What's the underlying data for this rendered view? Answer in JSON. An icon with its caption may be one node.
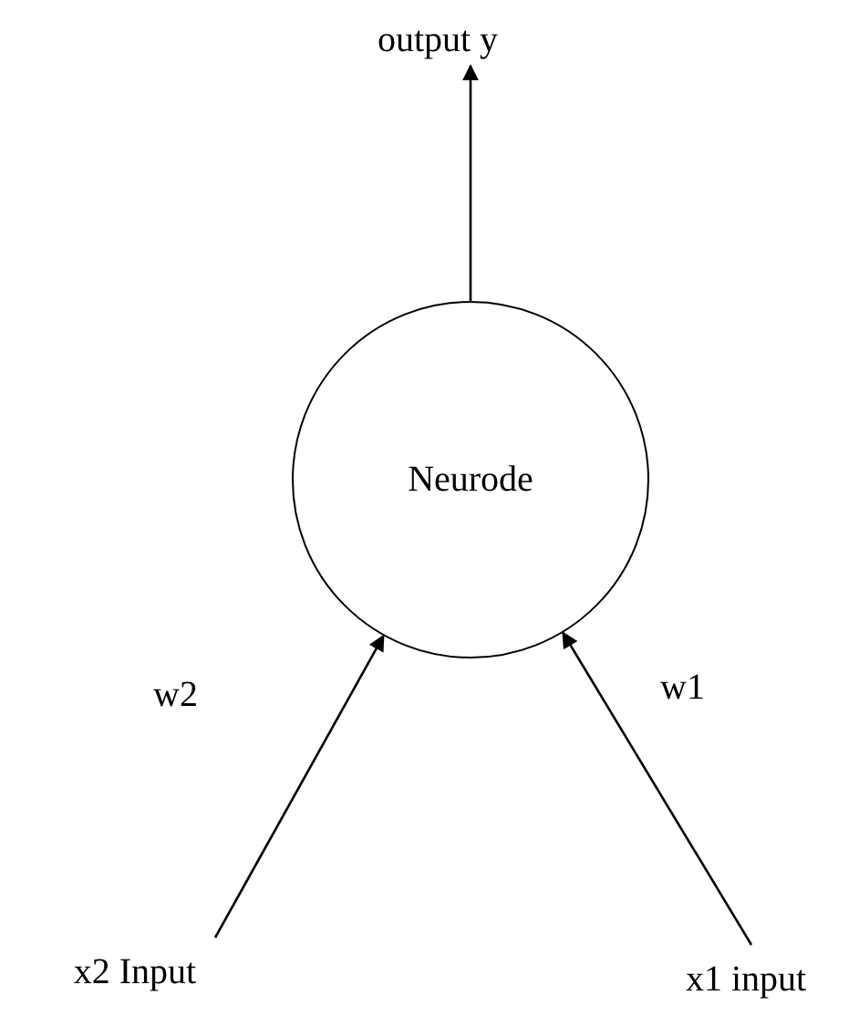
{
  "diagram": {
    "nodes": [
      {
        "text": [
          "output y"
        ]
      },
      {
        "text": [
          "Neurode"
        ]
      },
      {
        "text": [
          "x2 Input"
        ]
      },
      {
        "text": [
          "x1 input"
        ]
      }
    ],
    "edges": [
      {
        "from": 1,
        "to": 0,
        "arrow": "to"
      },
      {
        "from": 2,
        "to": 1,
        "arrow": "to",
        "label": "w2"
      },
      {
        "from": 3,
        "to": 1,
        "arrow": "to",
        "label": "w1"
      }
    ]
  }
}
